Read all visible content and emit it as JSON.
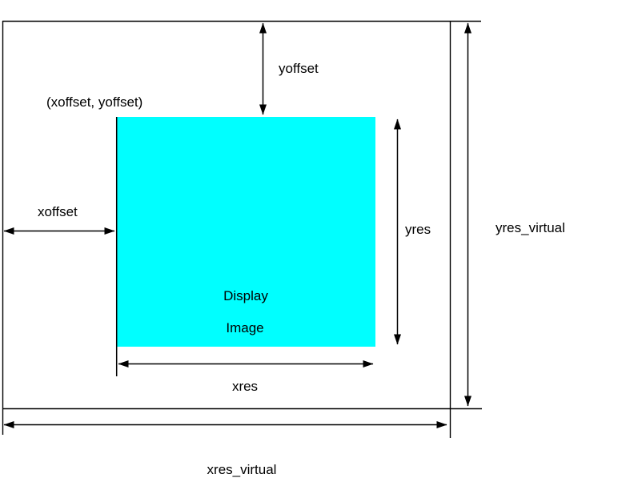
{
  "diagram": {
    "description": "Framebuffer virtual vs visible resolution diagram",
    "background_color": "#ffffff",
    "line_color": "#000000",
    "display_image": {
      "fill": "#00ffff",
      "label_line1": "Display",
      "label_line2": "Image"
    },
    "labels": {
      "yoffset": "yoffset",
      "origin": "(xoffset, yoffset)",
      "xoffset": "xoffset",
      "yres": "yres",
      "yres_virtual": "yres_virtual",
      "xres": "xres",
      "xres_virtual": "xres_virtual"
    }
  }
}
